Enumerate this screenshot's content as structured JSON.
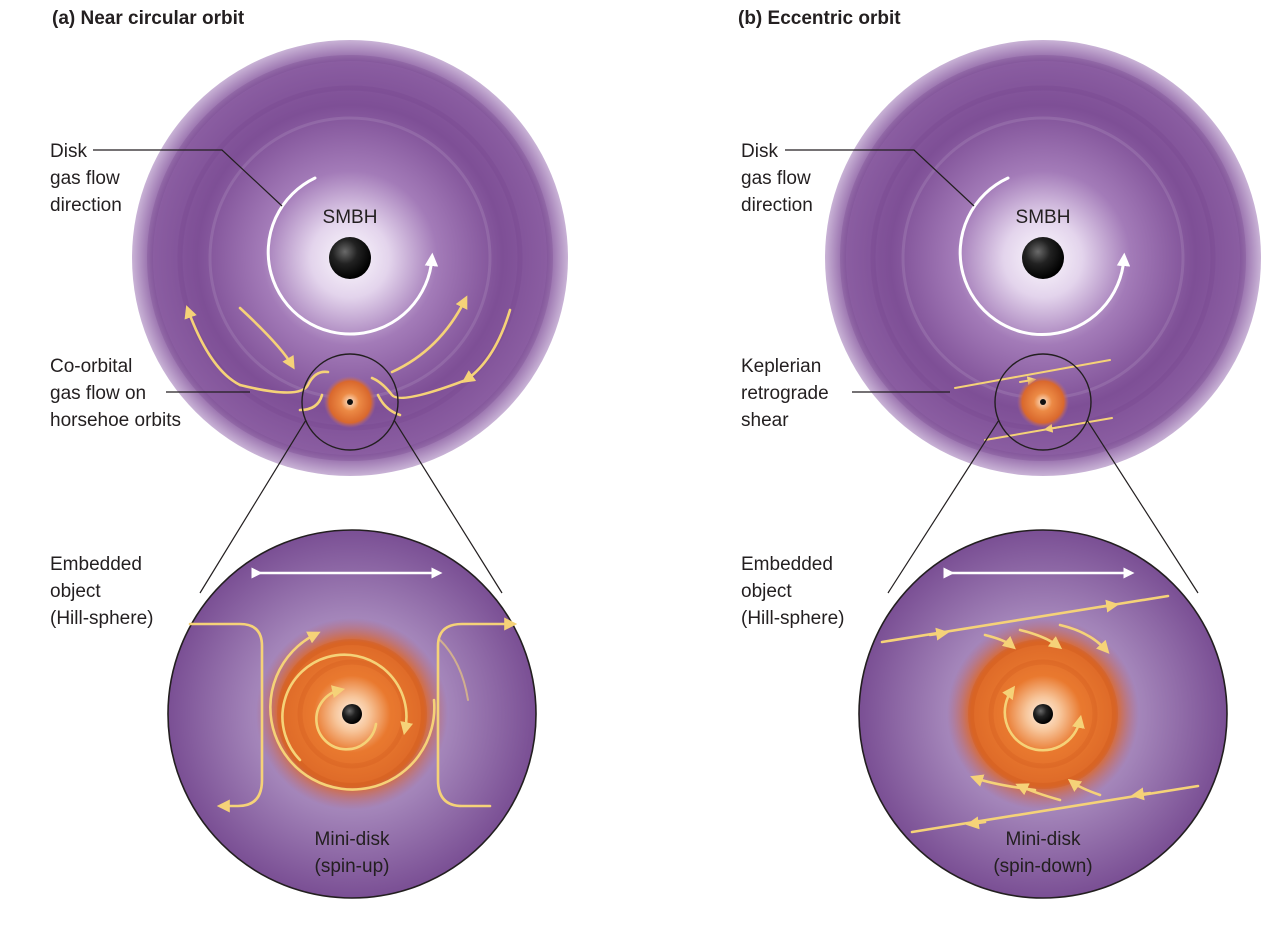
{
  "panels": {
    "a": {
      "title": "(a) Near circular orbit",
      "disk_label": [
        "Disk",
        "gas flow",
        "direction"
      ],
      "center_label": "SMBH",
      "flow_label": [
        "Co-orbital",
        "gas flow on",
        "horsehoe orbits"
      ],
      "object_label": [
        "Embedded",
        "object",
        "(Hill-sphere)"
      ],
      "minidisk_label": [
        "Mini-disk",
        "(spin-up)"
      ]
    },
    "b": {
      "title": "(b) Eccentric orbit",
      "disk_label": [
        "Disk",
        "gas flow",
        "direction"
      ],
      "center_label": "SMBH",
      "flow_label": [
        "Keplerian",
        "retrograde",
        "shear"
      ],
      "object_label": [
        "Embedded",
        "object",
        "(Hill-sphere)"
      ],
      "minidisk_label": [
        "Mini-disk",
        "(spin-down)"
      ]
    }
  },
  "colors": {
    "disk_purple": "#7d4d93",
    "disk_center": "#f4eef8",
    "flow_arrows": "#f5d278",
    "minidisk_orange": "#e06a2a",
    "black_hole": "#1c1c1c"
  }
}
